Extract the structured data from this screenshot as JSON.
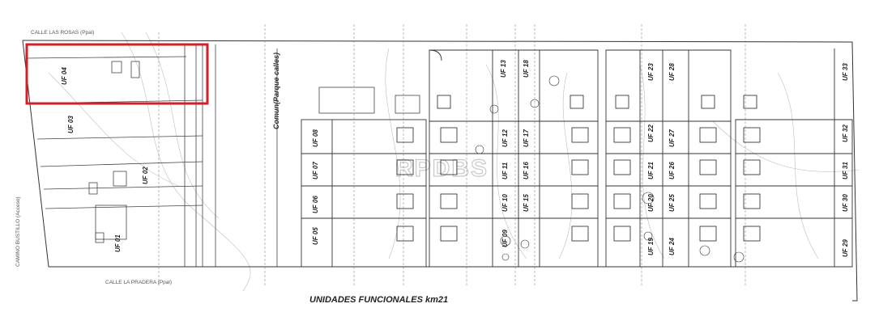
{
  "title": "UNIDADES FUNCIONALES km21",
  "streets": {
    "top": "CALLE LAS ROSAS (Ppal)",
    "bottom": "CALLE LA PRADERA (Ppal)",
    "left": "CAMINO BUSTILLO (Acceso)"
  },
  "common_area": "Comun(Parque calles)",
  "watermark": "RPDBS",
  "highlight_color": "#d0202a",
  "units": {
    "uf01": "UF 01",
    "uf02": "UF 02",
    "uf03": "UF 03",
    "uf04": "UF 04",
    "uf05": "UF 05",
    "uf06": "UF 06",
    "uf07": "UF 07",
    "uf08": "UF 08",
    "uf09": "UF 09",
    "uf10": "UF 10",
    "uf11": "UF 11",
    "uf12": "UF 12",
    "uf13": "UF 13",
    "uf15": "UF 15",
    "uf16": "UF 16",
    "uf17": "UF 17",
    "uf18": "UF 18",
    "uf19": "UF 19",
    "uf20": "UF 20",
    "uf21": "UF 21",
    "uf22": "UF 22",
    "uf23": "UF 23",
    "uf24": "UF 24",
    "uf25": "UF 25",
    "uf26": "UF 26",
    "uf27": "UF 27",
    "uf28": "UF 28",
    "uf29": "UF 29",
    "uf30": "UF 30",
    "uf31": "UF 31",
    "uf32": "UF 32",
    "uf33": "UF 33"
  }
}
